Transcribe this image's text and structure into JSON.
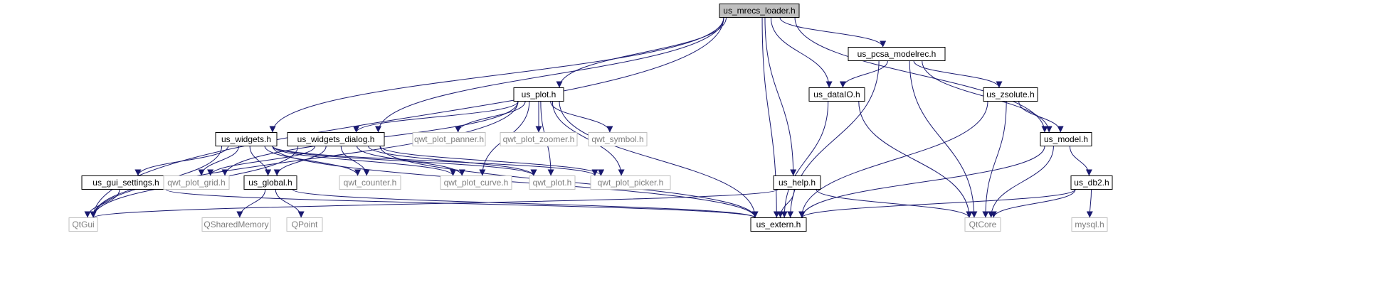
{
  "diagram": {
    "nodes": [
      {
        "id": "root",
        "label": "us_mrecs_loader.h",
        "kind": "root"
      },
      {
        "id": "plot",
        "label": "us_plot.h",
        "kind": "file"
      },
      {
        "id": "widgets",
        "label": "us_widgets.h",
        "kind": "file"
      },
      {
        "id": "wdialog",
        "label": "us_widgets_dialog.h",
        "kind": "file"
      },
      {
        "id": "pcsa",
        "label": "us_pcsa_modelrec.h",
        "kind": "file"
      },
      {
        "id": "dataio",
        "label": "us_dataIO.h",
        "kind": "file"
      },
      {
        "id": "zsolute",
        "label": "us_zsolute.h",
        "kind": "file"
      },
      {
        "id": "model",
        "label": "us_model.h",
        "kind": "file"
      },
      {
        "id": "help",
        "label": "us_help.h",
        "kind": "file"
      },
      {
        "id": "db2",
        "label": "us_db2.h",
        "kind": "file"
      },
      {
        "id": "guiset",
        "label": "us_gui_settings.h",
        "kind": "file"
      },
      {
        "id": "global",
        "label": "us_global.h",
        "kind": "file"
      },
      {
        "id": "extern",
        "label": "us_extern.h",
        "kind": "file"
      },
      {
        "id": "qtgui",
        "label": "QtGui",
        "kind": "external"
      },
      {
        "id": "qtcore",
        "label": "QtCore",
        "kind": "external"
      },
      {
        "id": "qshm",
        "label": "QSharedMemory",
        "kind": "external"
      },
      {
        "id": "qpoint",
        "label": "QPoint",
        "kind": "external"
      },
      {
        "id": "mysql",
        "label": "mysql.h",
        "kind": "external"
      },
      {
        "id": "panner",
        "label": "qwt_plot_panner.h",
        "kind": "external"
      },
      {
        "id": "zoomer",
        "label": "qwt_plot_zoomer.h",
        "kind": "external"
      },
      {
        "id": "symbol",
        "label": "qwt_symbol.h",
        "kind": "external"
      },
      {
        "id": "grid",
        "label": "qwt_plot_grid.h",
        "kind": "external"
      },
      {
        "id": "counter",
        "label": "qwt_counter.h",
        "kind": "external"
      },
      {
        "id": "curve",
        "label": "qwt_plot_curve.h",
        "kind": "external"
      },
      {
        "id": "qwtplot",
        "label": "qwt_plot.h",
        "kind": "external"
      },
      {
        "id": "picker",
        "label": "qwt_plot_picker.h",
        "kind": "external"
      }
    ],
    "edges": [
      [
        "root",
        "qtgui"
      ],
      [
        "root",
        "plot"
      ],
      [
        "root",
        "widgets"
      ],
      [
        "root",
        "wdialog"
      ],
      [
        "root",
        "pcsa"
      ],
      [
        "root",
        "dataio"
      ],
      [
        "root",
        "model"
      ],
      [
        "root",
        "help"
      ],
      [
        "root",
        "extern"
      ],
      [
        "plot",
        "wdialog"
      ],
      [
        "plot",
        "panner"
      ],
      [
        "plot",
        "zoomer"
      ],
      [
        "plot",
        "symbol"
      ],
      [
        "plot",
        "grid"
      ],
      [
        "plot",
        "curve"
      ],
      [
        "plot",
        "qwtplot"
      ],
      [
        "plot",
        "picker"
      ],
      [
        "plot",
        "extern"
      ],
      [
        "plot",
        "qtgui"
      ],
      [
        "widgets",
        "guiset"
      ],
      [
        "widgets",
        "global"
      ],
      [
        "widgets",
        "grid"
      ],
      [
        "widgets",
        "counter"
      ],
      [
        "widgets",
        "curve"
      ],
      [
        "widgets",
        "qwtplot"
      ],
      [
        "widgets",
        "picker"
      ],
      [
        "widgets",
        "extern"
      ],
      [
        "widgets",
        "qtgui"
      ],
      [
        "wdialog",
        "global"
      ],
      [
        "wdialog",
        "grid"
      ],
      [
        "wdialog",
        "counter"
      ],
      [
        "wdialog",
        "curve"
      ],
      [
        "wdialog",
        "qwtplot"
      ],
      [
        "wdialog",
        "picker"
      ],
      [
        "wdialog",
        "extern"
      ],
      [
        "wdialog",
        "qtgui"
      ],
      [
        "guiset",
        "qtgui"
      ],
      [
        "guiset",
        "extern"
      ],
      [
        "global",
        "qshm"
      ],
      [
        "global",
        "qpoint"
      ],
      [
        "global",
        "extern"
      ],
      [
        "help",
        "qtgui"
      ],
      [
        "help",
        "extern"
      ],
      [
        "help",
        "qtcore"
      ],
      [
        "pcsa",
        "dataio"
      ],
      [
        "pcsa",
        "zsolute"
      ],
      [
        "pcsa",
        "model"
      ],
      [
        "pcsa",
        "extern"
      ],
      [
        "pcsa",
        "qtcore"
      ],
      [
        "dataio",
        "extern"
      ],
      [
        "dataio",
        "qtcore"
      ],
      [
        "zsolute",
        "model"
      ],
      [
        "zsolute",
        "extern"
      ],
      [
        "zsolute",
        "qtcore"
      ],
      [
        "model",
        "db2"
      ],
      [
        "model",
        "extern"
      ],
      [
        "model",
        "qtcore"
      ],
      [
        "db2",
        "extern"
      ],
      [
        "db2",
        "qtcore"
      ],
      [
        "db2",
        "mysql"
      ]
    ]
  },
  "colors": {
    "edge": "#191970",
    "root_fill": "#bfbfbf",
    "node_border": "#000000",
    "external_border": "#bfbfbf",
    "external_text": "#7f7f7f",
    "text": "#000000"
  }
}
